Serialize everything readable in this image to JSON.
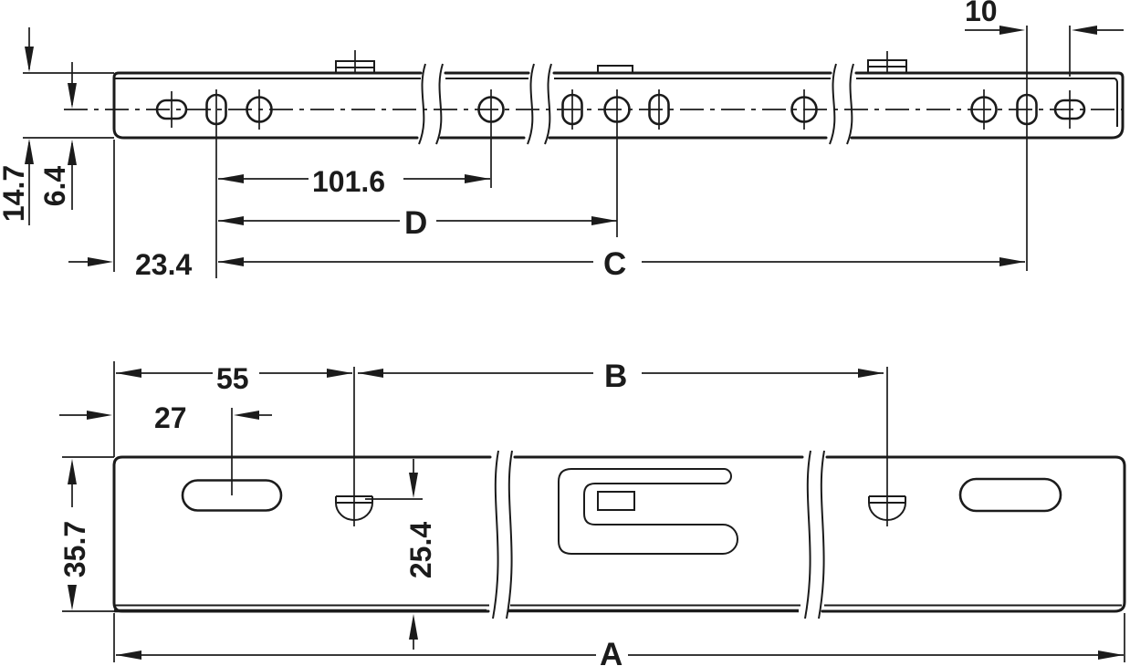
{
  "colors": {
    "background": "#ffffff",
    "line": "#1b1b1b"
  },
  "drawing_type": "drawer-runner-technical-drawing",
  "side_view": {
    "dims": {
      "d10": "10",
      "d14_7": "14.7",
      "d6_4": "6.4",
      "d101_6": "101.6",
      "dD": "D",
      "d23_4": "23.4",
      "dC": "C"
    }
  },
  "plan_view": {
    "dims": {
      "d55": "55",
      "d27": "27",
      "dB": "B",
      "d35_7": "35.7",
      "d25_4": "25.4",
      "dA": "A"
    }
  }
}
